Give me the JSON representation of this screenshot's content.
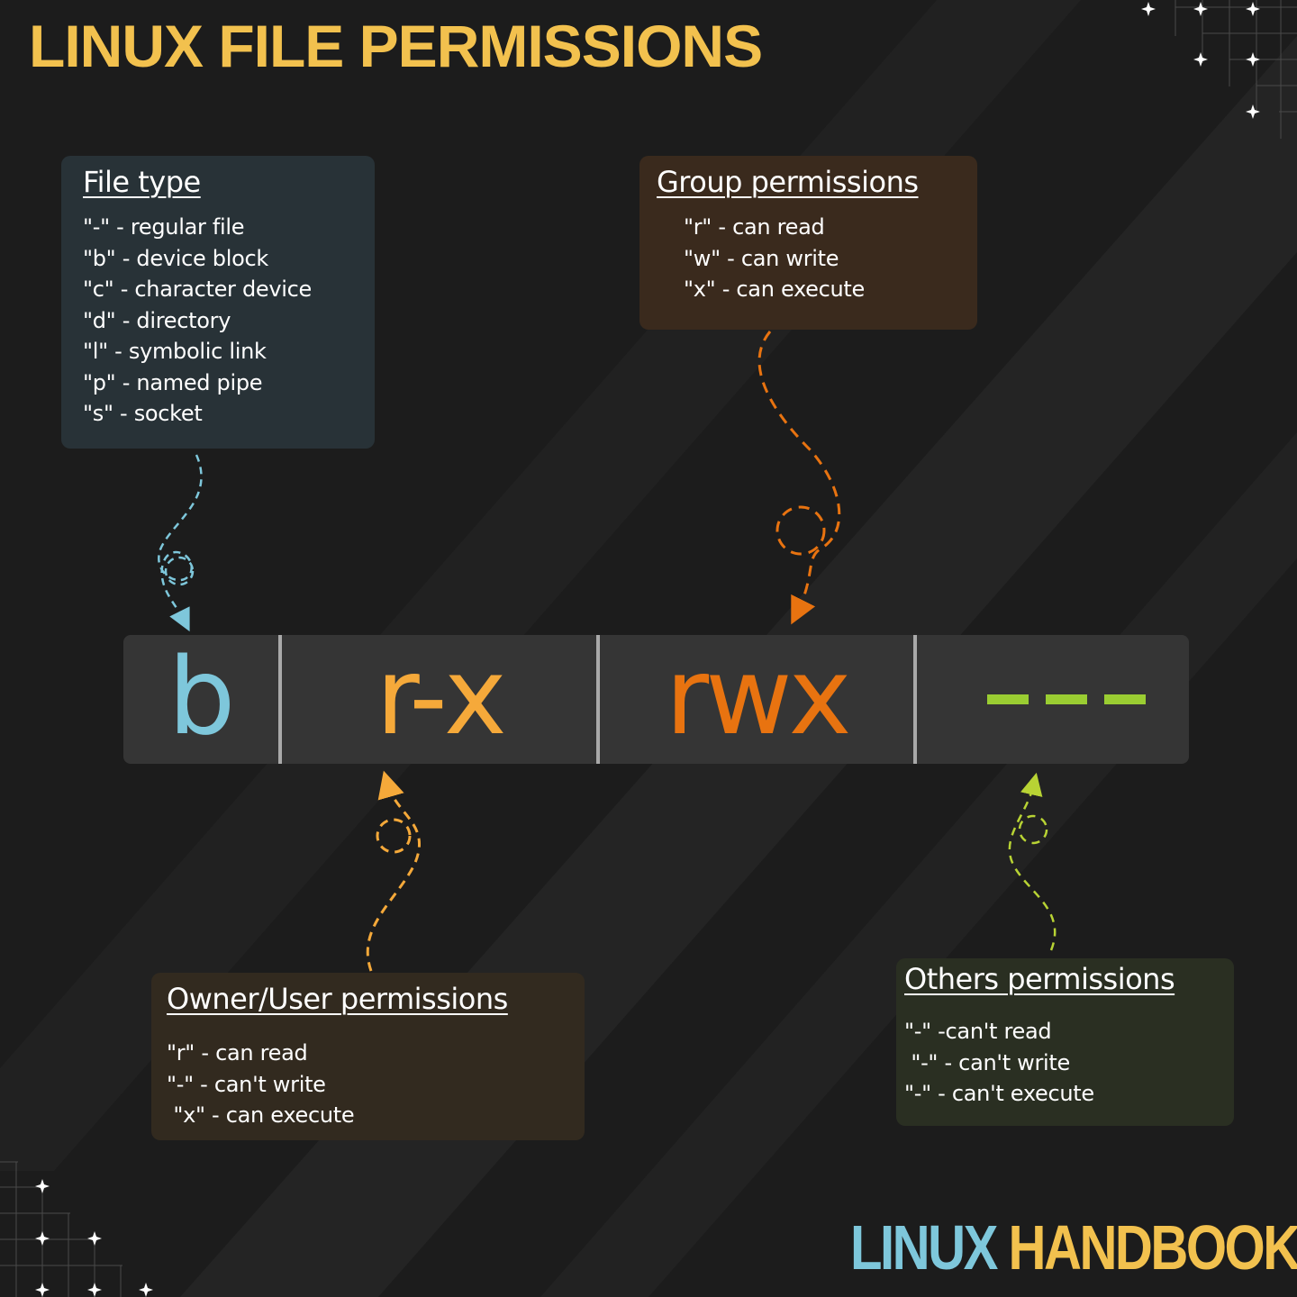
{
  "title": "LINUX FILE PERMISSIONS",
  "boxes": {
    "file_type": {
      "title": "File type",
      "items": [
        "\"-\" - regular file",
        "\"b\" - device block",
        "\"c\" - character device",
        "\"d\" - directory",
        "\"l\" - symbolic link",
        "\"p\" - named pipe",
        "\"s\" - socket"
      ]
    },
    "group": {
      "title": "Group permissions",
      "items": [
        "\"r\" - can read",
        "\"w\" - can write",
        "\"x\" - can execute"
      ]
    },
    "owner": {
      "title": "Owner/User permissions",
      "items": [
        "\"r\" - can read",
        "\"-\" - can't write",
        " \"x\" - can execute"
      ]
    },
    "others": {
      "title": "Others permissions",
      "items": [
        "\"-\" -can't read",
        " \"-\" - can't write",
        "\"-\" - can't execute"
      ]
    }
  },
  "permission_string": {
    "type": "b",
    "owner": "r-x",
    "group": "rwx",
    "others": "---"
  },
  "colors": {
    "title": "#f2c14e",
    "type": "#7ec7db",
    "owner": "#f5a93a",
    "group": "#e87310",
    "others": "#9acd32"
  },
  "brand": {
    "part1": "LINUX",
    "part2": "HANDBOOK"
  }
}
